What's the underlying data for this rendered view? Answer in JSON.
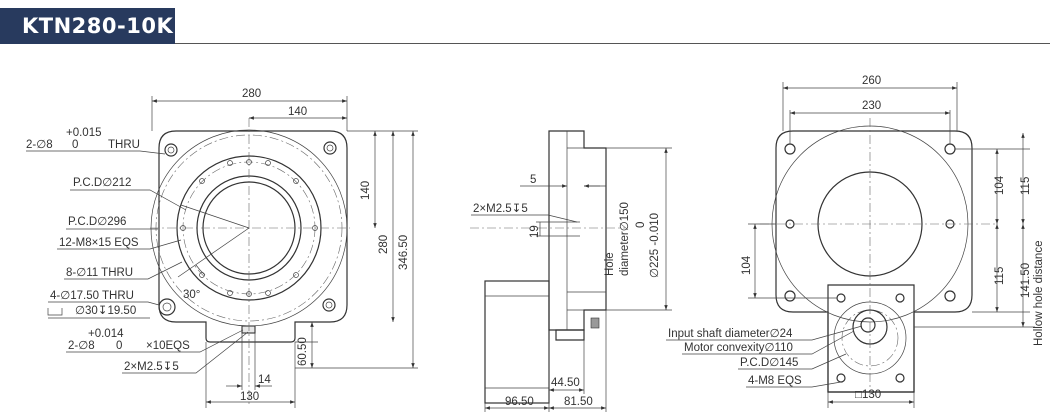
{
  "header": {
    "model": "KTN280-10K"
  },
  "front_view": {
    "width_280": "280",
    "half_140": "140",
    "tol_plus": "+0.015",
    "tol_zero": "0",
    "pin_hole_prefix": "2-∅8",
    "thru": "THRU",
    "pcd_212": "P.C.D∅212",
    "pcd_296": "P.C.D∅296",
    "m8_eqs": "12-M8×15 EQS",
    "holes_11": "8-∅11 THRU",
    "holes_17": "4-∅17.50 THRU",
    "cbore": "∅30↧19.50",
    "tol2_plus": "+0.014",
    "tol2_zero": "0",
    "pin2_prefix": "2-∅8",
    "pin2_suffix": "×10EQS",
    "m25": "2×M2.5↧5",
    "dim_140_v": "140",
    "dim_280_v": "280",
    "dim_346": "346.50",
    "dim_60": "60.50",
    "dim_14": "14",
    "dim_130": "130",
    "angle": "30°"
  },
  "side_view": {
    "dim_5": "5",
    "m25": "2×M2.5↧5",
    "dim_19": "19",
    "hole_line1": "Hole",
    "hole_line2": "diameter∅150",
    "bore_zero": "0",
    "bore_label": "∅225 -0.010",
    "dim_44": "44.50",
    "dim_96": "96.50",
    "dim_81": "81.50"
  },
  "rear_view": {
    "dim_260": "260",
    "dim_230": "230",
    "dim_104_right": "104",
    "dim_115_right": "115",
    "dim_104_left": "104",
    "dim_115_mid": "115",
    "dim_141": "141.50",
    "hollow": "Hollow hole distance",
    "input_shaft": "Input shaft diameter∅24",
    "motor_convexity": "Motor convexity∅110",
    "pcd_145": "P.C.D∅145",
    "m8_eqs": "4-M8 EQS",
    "square_130": "□130"
  }
}
